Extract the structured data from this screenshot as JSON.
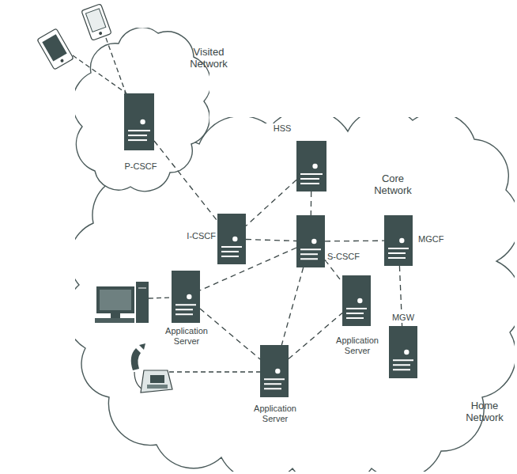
{
  "diagram": {
    "nodes": [
      {
        "text": [
          "Visited Network"
        ]
      },
      {
        "text": [
          "P-CSCF"
        ],
        "in": 0
      },
      {
        "text": [
          "Core Network",
          "Home Network"
        ]
      },
      {
        "text": [
          "HSS"
        ],
        "in": 2
      },
      {
        "text": [
          "I-CSCF"
        ],
        "in": 2
      },
      {
        "text": [
          "S-CSCF"
        ],
        "in": 2
      },
      {
        "text": [
          "MGCF"
        ],
        "in": 2
      },
      {
        "text": [
          "Application Server"
        ],
        "in": 2
      },
      {
        "text": [
          "Application Server"
        ],
        "in": 2
      },
      {
        "text": [
          "MGW"
        ],
        "in": 2
      },
      {
        "text": [
          "Application Server"
        ],
        "in": 2
      }
    ],
    "edges": [
      {
        "from": 1,
        "to": 4,
        "arrow": "none"
      },
      {
        "from": 3,
        "to": 4,
        "arrow": "none"
      },
      {
        "from": 3,
        "to": 5,
        "arrow": "none"
      },
      {
        "from": 4,
        "to": 5,
        "arrow": "none"
      },
      {
        "from": 5,
        "to": 6,
        "arrow": "none"
      },
      {
        "from": 6,
        "to": 9,
        "arrow": "none"
      },
      {
        "from": 5,
        "to": 7,
        "arrow": "none"
      },
      {
        "from": 5,
        "to": 8,
        "arrow": "none"
      },
      {
        "from": 5,
        "to": 10,
        "arrow": "none"
      },
      {
        "from": 7,
        "to": 10,
        "arrow": "none"
      },
      {
        "from": 10,
        "to": 8,
        "arrow": "none"
      }
    ]
  }
}
